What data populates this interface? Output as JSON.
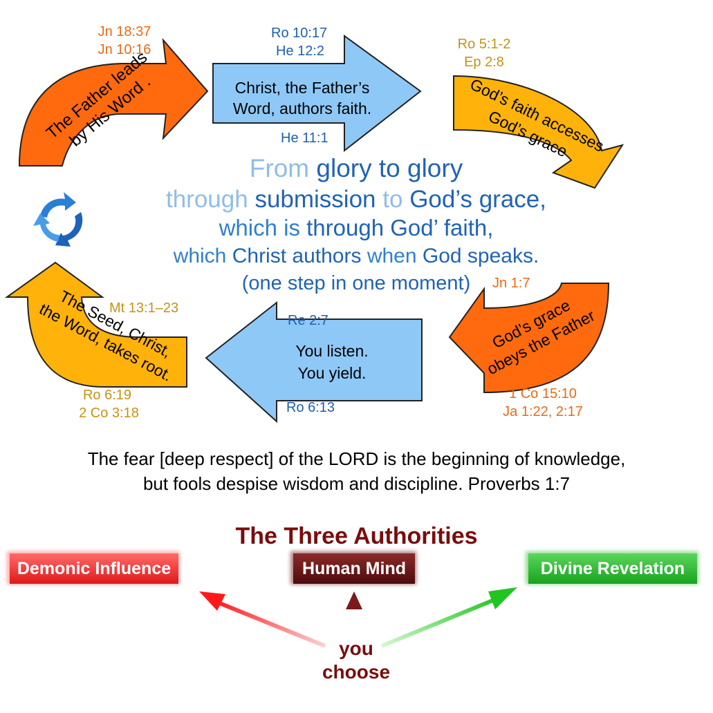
{
  "cycle": {
    "father": {
      "text": "The Father leads by His Word .",
      "line1": "The Father leads",
      "line2": "by His Word .",
      "refs": [
        "Jn 18:37",
        "Jn 10:16"
      ]
    },
    "christ": {
      "line1": "Christ, the Father’s",
      "line2": "Word, authors faith.",
      "refs_top": [
        "Ro 10:17",
        "He 12:2"
      ],
      "ref_bottom": "He 11:1"
    },
    "faith": {
      "line1": "God’s faith accesses",
      "line2": "God’s grace",
      "refs": [
        "Ro 5:1-2",
        "Ep 2:8"
      ]
    },
    "grace": {
      "line1": "God’s grace",
      "line2": "obeys the Father",
      "ref_top": "Jn 1:7",
      "refs_bottom": [
        "1 Co 15:10",
        "Ja 1:22, 2:17"
      ]
    },
    "listen": {
      "line1": "You listen.",
      "line2": "You yield.",
      "ref_top": "Re 2:7",
      "ref_bottom": "Ro 6:13"
    },
    "seed": {
      "line1": "The Seed, Christ,",
      "line2": "the Word, takes root.",
      "ref_top": "Mt 13:1–23",
      "refs_bottom": [
        "Ro 6:19",
        "2 Co 3:18"
      ]
    }
  },
  "center": {
    "l1a": "From",
    "l1b": "glory to glory",
    "l2a": "through",
    "l2b": "submission",
    "l2c": "to",
    "l2d": "God’s grace,",
    "l3a": "which is",
    "l3b": "through God’ faith,",
    "l4a": "which",
    "l4b": "Christ authors",
    "l4c": "when",
    "l4d": "God speaks.",
    "l5": "(one step in one moment)"
  },
  "quote": {
    "line1": "The fear [deep respect] of the LORD is the beginning of knowledge,",
    "line2": "but fools despise wisdom and discipline. Proverbs 1:7"
  },
  "authorities": {
    "title": "The Three Authorities",
    "demonic": "Demonic Influence",
    "human": "Human Mind",
    "divine": "Divine Revelation",
    "you": "you",
    "choose": "choose"
  },
  "colors": {
    "orange": "#ff6a0e",
    "gold": "#ffb30a",
    "sky": "#8ec8f7",
    "title": "#7a0c0c",
    "red_box": "#ef2a2a",
    "maroon_box": "#6a1212",
    "green_box": "#22b42a"
  }
}
